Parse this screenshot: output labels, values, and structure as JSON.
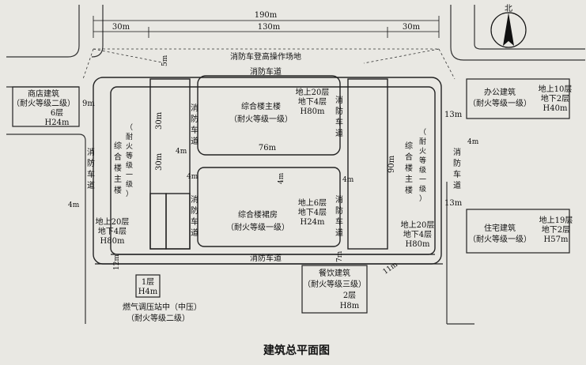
{
  "title": "建筑总平面图",
  "north": "北",
  "dimensions": {
    "total_width": "190m",
    "left_setback": "30m",
    "middle": "130m",
    "right_setback": "30m",
    "fire_lane_gap_top": "5m",
    "left_gap": "9m",
    "right_gap": "13m",
    "right_gap_lower": "13m",
    "podium_height": "30m",
    "tower_width": "76m",
    "right_depth": "90m",
    "podium_left": "30m",
    "podium_left_lower": "30m",
    "road_gap_tl": "4m",
    "road_gap_mid": "4m",
    "road_gap_center": "4m",
    "road_gap_right": "4m",
    "road_gap_left": "4m",
    "road_gap_right_small": "4m",
    "bottom_left": "12m",
    "bottom_mid": "7m",
    "bottom_right": "11m"
  },
  "labels": {
    "fire_operation_area": "消防车登高操作场地",
    "fire_road": "消防车道",
    "fire_road_vertical": [
      "消",
      "防",
      "车",
      "道"
    ],
    "complex_main": "综合楼主楼",
    "complex_main_rating": "（耐火等级一级）",
    "complex_main_floors": [
      "地上20层",
      "地下4层",
      "H80m"
    ],
    "complex_left_vertical": [
      "综",
      "合",
      "楼",
      "主",
      "楼"
    ],
    "complex_left_rating_vertical": [
      "（",
      "耐",
      "火",
      "等",
      "级",
      "一",
      "级",
      "）"
    ],
    "complex_left_floors": [
      "地上20层",
      "地下4层",
      "H80m"
    ],
    "complex_right_vertical": [
      "综",
      "合",
      "楼",
      "主",
      "楼"
    ],
    "complex_right_rating_vertical": [
      "（",
      "耐",
      "火",
      "等",
      "级",
      "一",
      "级",
      "）"
    ],
    "complex_right_floors": [
      "地上20层",
      "地下4层",
      "H80m"
    ],
    "podium": "综合楼裙房",
    "podium_rating": "（耐火等级一级）",
    "podium_floors": [
      "地上6层",
      "地下4层",
      "H24m"
    ]
  },
  "buildings": {
    "shop": {
      "name": "商店建筑",
      "rating": "（耐火等级二级）",
      "floors": "6层",
      "height": "H24m"
    },
    "office": {
      "name": "办公建筑",
      "rating": "（耐火等级一级）",
      "floors": "地上10层",
      "basement": "地下2层",
      "height": "H40m"
    },
    "residential": {
      "name": "住宅建筑",
      "rating": "（耐火等级一级）",
      "floors": "地上19层",
      "basement": "地下2层",
      "height": "H57m"
    },
    "catering": {
      "name": "餐饮建筑",
      "rating": "（耐火等级三级）",
      "floors": "2层",
      "height": "H8m"
    },
    "gas_station": {
      "name": "燃气调压站中（中压）",
      "rating": "（耐火等级二级）",
      "floors": "1层",
      "height": "H4m"
    }
  }
}
